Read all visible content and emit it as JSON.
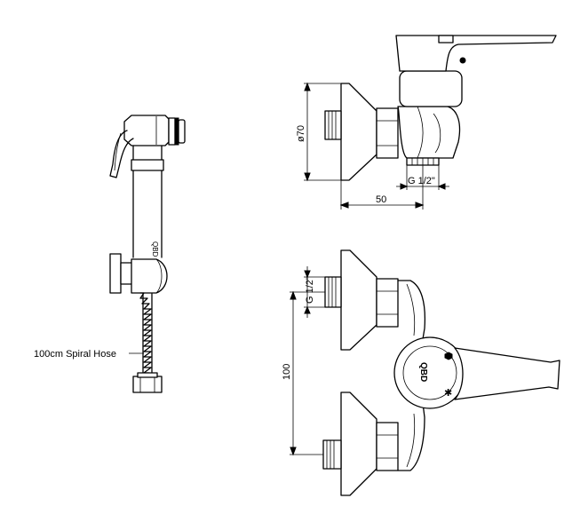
{
  "callouts": {
    "spiral_hose": "100cm Spiral Hose"
  },
  "dimensions": {
    "diameter": "ø70",
    "depth": "50",
    "thread_top": "G 1/2\"",
    "thread_bottom": "G 1/2\"",
    "center_distance": "100"
  },
  "logo_text": "QBD"
}
